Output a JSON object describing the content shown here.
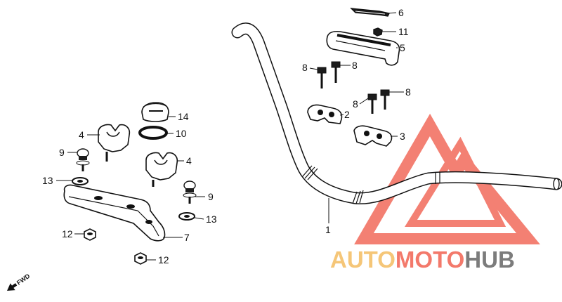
{
  "callouts": [
    {
      "id": "c1",
      "label": "1",
      "target": "handlebar"
    },
    {
      "id": "c2",
      "label": "2",
      "target": "lower-holder-right"
    },
    {
      "id": "c3",
      "label": "3",
      "target": "lower-holder-left"
    },
    {
      "id": "c4a",
      "label": "4",
      "target": "riser-left"
    },
    {
      "id": "c4b",
      "label": "4",
      "target": "riser-right"
    },
    {
      "id": "c5",
      "label": "5",
      "target": "top-cover"
    },
    {
      "id": "c6",
      "label": "6",
      "target": "emblem"
    },
    {
      "id": "c7",
      "label": "7",
      "target": "riser-plate"
    },
    {
      "id": "c8a",
      "label": "8",
      "target": "bolt-upper-left"
    },
    {
      "id": "c8b",
      "label": "8",
      "target": "bolt-upper-right"
    },
    {
      "id": "c8c",
      "label": "8",
      "target": "bolt-lower-left"
    },
    {
      "id": "c8d",
      "label": "8",
      "target": "bolt-lower-right"
    },
    {
      "id": "c9a",
      "label": "9",
      "target": "bolt-riser-left"
    },
    {
      "id": "c9b",
      "label": "9",
      "target": "bolt-riser-right"
    },
    {
      "id": "c10",
      "label": "10",
      "target": "washer-rubber"
    },
    {
      "id": "c11",
      "label": "11",
      "target": "emblem-screw"
    },
    {
      "id": "c12a",
      "label": "12",
      "target": "nut-left"
    },
    {
      "id": "c12b",
      "label": "12",
      "target": "nut-bottom"
    },
    {
      "id": "c13a",
      "label": "13",
      "target": "washer-left"
    },
    {
      "id": "c13b",
      "label": "13",
      "target": "washer-right"
    },
    {
      "id": "c14",
      "label": "14",
      "target": "rubber-cap"
    }
  ],
  "direction": {
    "label": "FWD"
  },
  "watermark": {
    "part1": "AUTO",
    "part2": "MOTO",
    "part3": "HUB",
    "color_primary": "#f26b5b",
    "color_secondary": "#f5c06a",
    "color_dark": "#6e6e6e"
  }
}
